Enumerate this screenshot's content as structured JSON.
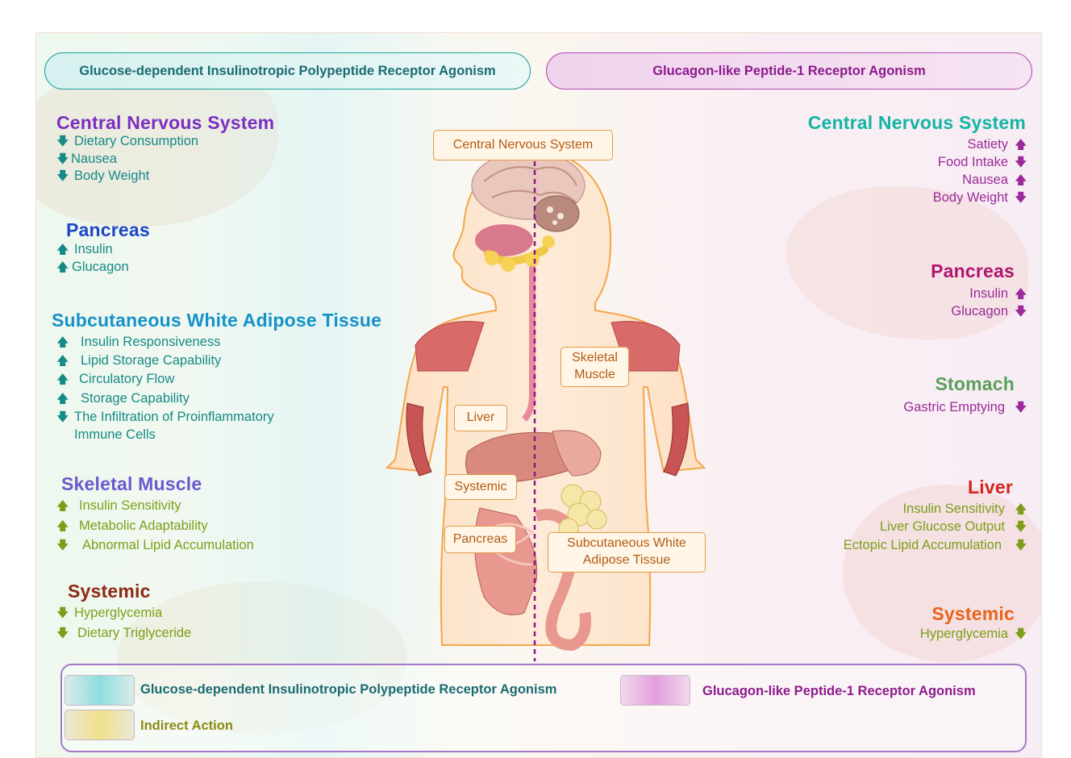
{
  "headers": {
    "left": "Glucose-dependent Insulinotropic Polypeptide Receptor Agonism",
    "right": "Glucagon-like Peptide-1 Receptor Agonism"
  },
  "left_sections": {
    "cns": {
      "title": "Central Nervous System",
      "items": [
        "Dietary Consumption",
        "Nausea",
        "Body Weight"
      ],
      "arrows": [
        "down",
        "down",
        "down"
      ]
    },
    "pancreas": {
      "title": "Pancreas",
      "items": [
        "Insulin",
        "Glucagon"
      ],
      "arrows": [
        "up",
        "up"
      ]
    },
    "swat": {
      "title": "Subcutaneous White Adipose Tissue",
      "items": [
        "Insulin Responsiveness",
        "Lipid Storage Capability",
        "Circulatory Flow",
        "Storage Capability",
        "The Infiltration of Proinflammatory",
        "Immune Cells"
      ],
      "arrows": [
        "up",
        "up",
        "up",
        "up",
        "down"
      ]
    },
    "muscle": {
      "title": "Skeletal Muscle",
      "items": [
        "Insulin Sensitivity",
        "Metabolic Adaptability",
        "Abnormal Lipid Accumulation"
      ],
      "arrows": [
        "up",
        "up",
        "down"
      ]
    },
    "systemic": {
      "title": "Systemic",
      "items": [
        "Hyperglycemia",
        "Dietary Triglyceride"
      ],
      "arrows": [
        "down",
        "down"
      ]
    }
  },
  "right_sections": {
    "cns": {
      "title": "Central Nervous System",
      "items": [
        "Satiety",
        "Food Intake",
        "Nausea",
        "Body Weight"
      ],
      "arrows": [
        "up",
        "down",
        "up",
        "down"
      ]
    },
    "pancreas": {
      "title": "Pancreas",
      "items": [
        "Insulin",
        "Glucagon"
      ],
      "arrows": [
        "up",
        "down"
      ]
    },
    "stomach": {
      "title": "Stomach",
      "items": [
        "Gastric Emptying"
      ],
      "arrows": [
        "down"
      ]
    },
    "liver": {
      "title": "Liver",
      "items": [
        "Insulin Sensitivity",
        "Liver Glucose Output",
        "Ectopic Lipid Accumulation"
      ],
      "arrows": [
        "up",
        "down",
        "down"
      ]
    },
    "systemic": {
      "title": "Systemic",
      "items": [
        "Hyperglycemia"
      ],
      "arrows": [
        "down"
      ]
    }
  },
  "body_labels": {
    "cns": "Central Nervous System",
    "skeletal_1": "Skeletal",
    "skeletal_2": "Muscle",
    "liver": "Liver",
    "systemic": "Systemic",
    "pancreas": "Pancreas",
    "swat_1": "Subcutaneous White",
    "swat_2": "Adipose Tissue"
  },
  "legend": {
    "gip": "Glucose-dependent Insulinotropic Polypeptide Receptor Agonism",
    "glp1": "Glucagon-like Peptide-1 Receptor Agonism",
    "indirect": "Indirect Action"
  },
  "colors": {
    "gip_teal": "#168a86",
    "indirect_green": "#7d9e18",
    "glp1_purple": "#9b2a9b",
    "cns_left": "#7b2fc0",
    "pancreas_left": "#1f46c8",
    "swat_left": "#1592c9",
    "muscle_left": "#6a5acd",
    "systemic_left": "#8b2a14",
    "cns_right": "#14b5a4",
    "pancreas_right": "#b0146e",
    "stomach_right": "#5aa05a",
    "liver_right": "#d4261c",
    "systemic_right": "#e8641a"
  }
}
